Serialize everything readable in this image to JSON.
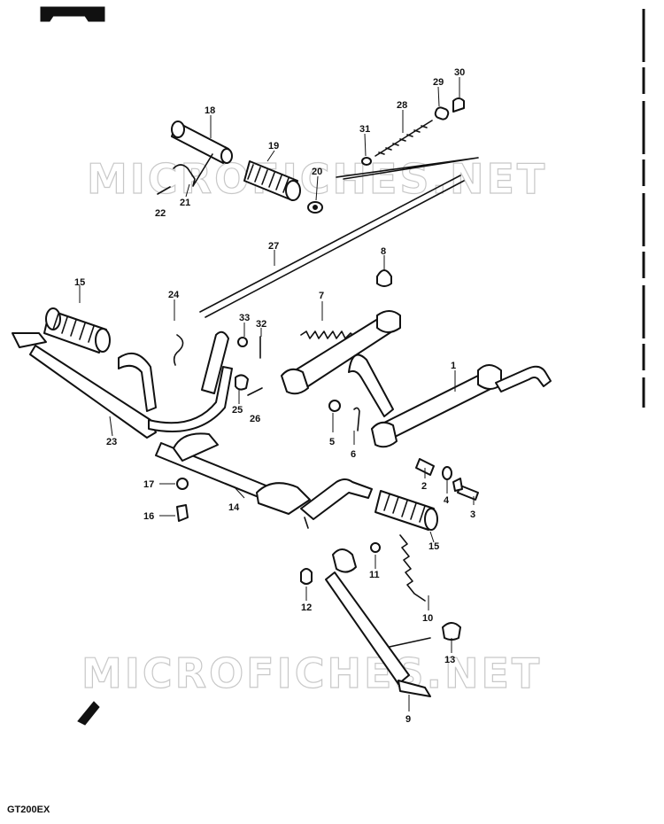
{
  "diagram": {
    "watermark_top": "MICROFICHES.NET",
    "watermark_bottom": "MICROFICHES.NET",
    "model_code": "GT200EX",
    "callouts": [
      "1",
      "2",
      "3",
      "4",
      "5",
      "6",
      "7",
      "8",
      "9",
      "10",
      "11",
      "12",
      "13",
      "14",
      "15",
      "15",
      "16",
      "17",
      "18",
      "19",
      "20",
      "21",
      "22",
      "23",
      "24",
      "25",
      "26",
      "27",
      "28",
      "29",
      "30",
      "31",
      "32",
      "33"
    ]
  }
}
